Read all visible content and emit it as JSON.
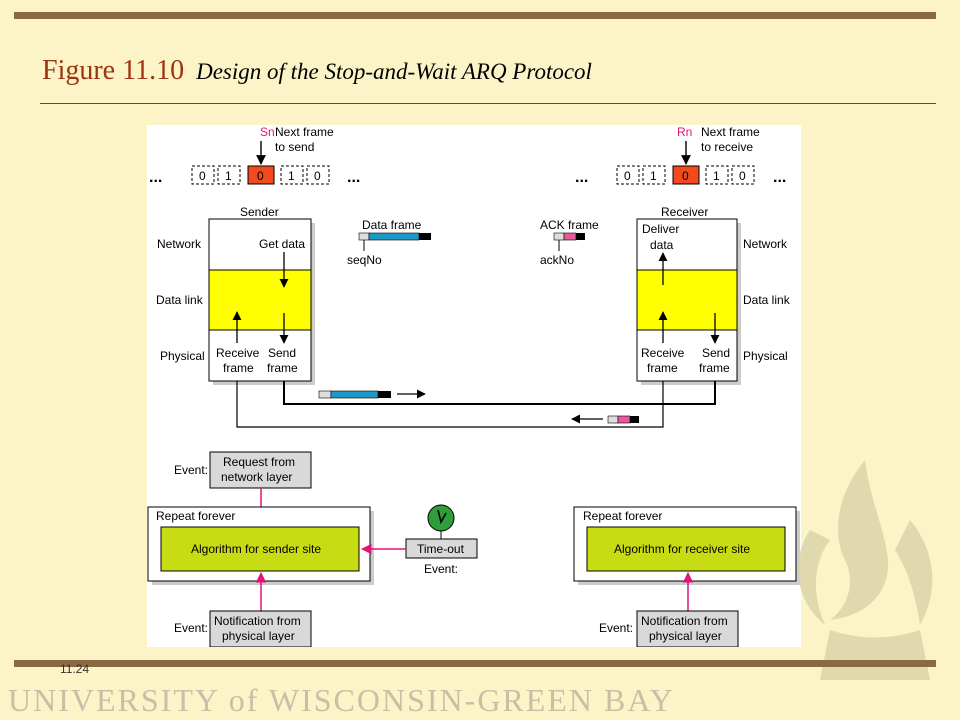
{
  "title": {
    "number": "Figure 11.10",
    "subtitle": "Design of the Stop-and-Wait ARQ Protocol"
  },
  "slide_number": "11.24",
  "footer": "UNIVERSITY of WISCONSIN-GREEN BAY",
  "colors": {
    "frame_red": "#f24a1c",
    "ack_pink": "#e65a9c",
    "datalink_yellow": "#ffff00",
    "algorithm_green": "#c8dc14",
    "arrow_magenta": "#e0157a",
    "accent_blue": "#1a9ac4"
  },
  "sender_window": {
    "pointer_label": "Sn",
    "pointer_note_1": "Next frame",
    "pointer_note_2": "to send",
    "cells": [
      "0",
      "1",
      "0",
      "1",
      "0"
    ],
    "ellipsis": "..."
  },
  "receiver_window": {
    "pointer_label": "Rn",
    "pointer_note_1": "Next frame",
    "pointer_note_2": "to receive",
    "cells": [
      "0",
      "1",
      "0",
      "1",
      "0"
    ],
    "ellipsis": "..."
  },
  "sender": {
    "title": "Sender",
    "network": "Network",
    "datalink": "Data link",
    "physical": "Physical",
    "get_data": "Get data",
    "receive_1": "Receive",
    "receive_2": "frame",
    "send_1": "Send",
    "send_2": "frame"
  },
  "receiver": {
    "title": "Receiver",
    "network": "Network",
    "datalink": "Data link",
    "physical": "Physical",
    "deliver_1": "Deliver",
    "deliver_2": "data",
    "receive_1": "Receive",
    "receive_2": "frame",
    "send_1": "Send",
    "send_2": "frame"
  },
  "data_frame": {
    "label": "Data frame",
    "field": "seqNo"
  },
  "ack_frame": {
    "label": "ACK frame",
    "field": "ackNo"
  },
  "sender_algo": {
    "event_label": "Event:",
    "request_1": "Request from",
    "request_2": "network layer",
    "repeat": "Repeat forever",
    "algorithm": "Algorithm for sender site",
    "notify_1": "Notification from",
    "notify_2": "physical layer"
  },
  "timeout": {
    "label": "Time-out",
    "event_label": "Event:"
  },
  "receiver_algo": {
    "repeat": "Repeat forever",
    "algorithm": "Algorithm for receiver site",
    "event_label": "Event:",
    "notify_1": "Notification from",
    "notify_2": "physical layer"
  }
}
